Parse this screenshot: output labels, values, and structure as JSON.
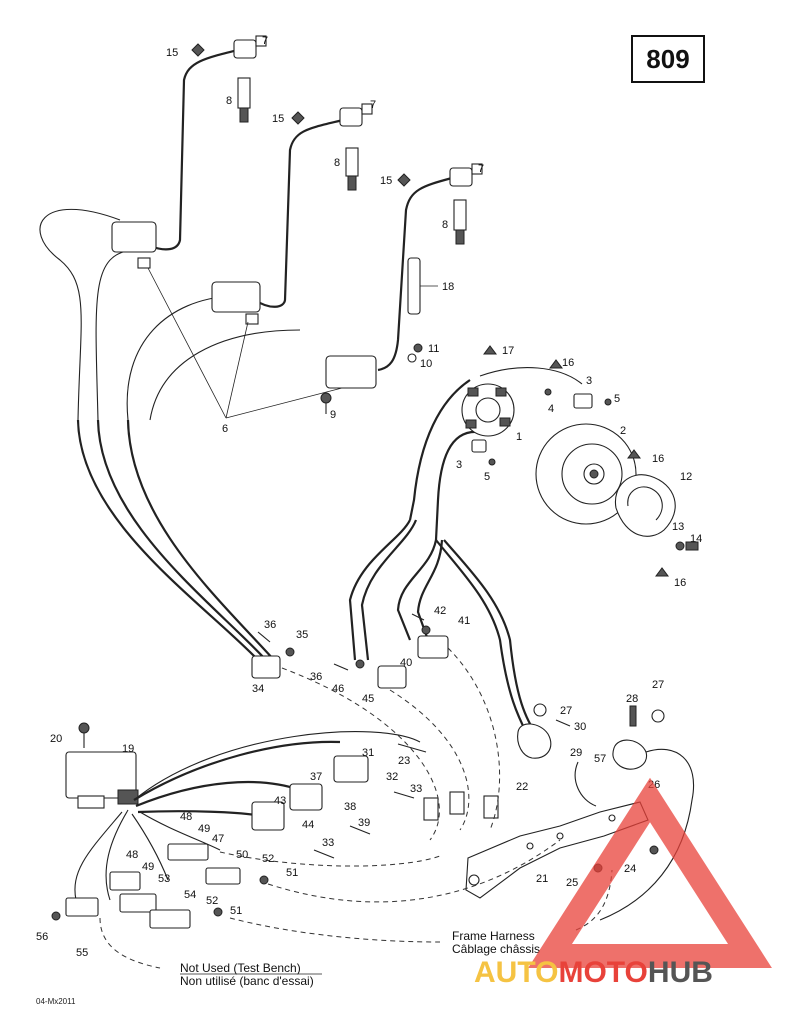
{
  "page_number": "809",
  "doc_code": "04-Mx2011",
  "watermark": {
    "text_a": "AUTO",
    "text_b": "MOTO",
    "text_c": "HUB",
    "color_a": "#f5c343",
    "color_b": "#e8423a",
    "color_c": "#555555"
  },
  "captions": {
    "frame_harness_en": "Frame Harness",
    "frame_harness_fr": "Câblage châssis",
    "not_used_en": "Not Used (Test Bench)",
    "not_used_fr": "Non utilisé (banc d'essai)"
  },
  "callouts": {
    "c15a": "15",
    "c7a": "7",
    "c8a": "8",
    "c15b": "15",
    "c7b": "7",
    "c8b": "8",
    "c15c": "15",
    "c7c": "7",
    "c8c": "8",
    "c18": "18",
    "c11": "11",
    "c10": "10",
    "c9": "9",
    "c6": "6",
    "c17": "17",
    "c16a": "16",
    "c3a": "3",
    "c5a": "5",
    "c4": "4",
    "c1": "1",
    "c3b": "3",
    "c5b": "5",
    "c2": "2",
    "c16b": "16",
    "c12": "12",
    "c13": "13",
    "c14": "14",
    "c16c": "16",
    "c36a": "36",
    "c35": "35",
    "c34": "34",
    "c36b": "36",
    "c46": "46",
    "c45": "45",
    "c42": "42",
    "c41": "41",
    "c40": "40",
    "c27a": "27",
    "c28": "28",
    "c27b": "27",
    "c30": "30",
    "c29": "29",
    "c57": "57",
    "c26": "26",
    "c20": "20",
    "c19": "19",
    "c31": "31",
    "c23": "23",
    "c37": "37",
    "c32": "32",
    "c33a": "33",
    "c22": "22",
    "c43": "43",
    "c38": "38",
    "c48a": "48",
    "c49a": "49",
    "c47": "47",
    "c44": "44",
    "c39": "39",
    "c33b": "33",
    "c50": "50",
    "c52a": "52",
    "c51a": "51",
    "c48b": "48",
    "c49b": "49",
    "c53": "53",
    "c54": "54",
    "c52b": "52",
    "c51b": "51",
    "c21": "21",
    "c25": "25",
    "c24": "24",
    "c56": "56",
    "c55": "55"
  }
}
